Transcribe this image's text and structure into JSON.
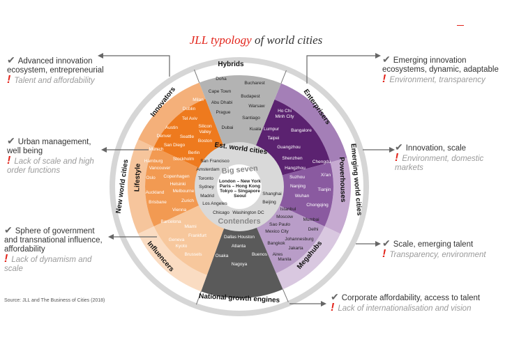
{
  "title": {
    "highlight": "JLL typology",
    "rest": "of world cities"
  },
  "source": "Source: JLL and The Business of Cities (2018)",
  "rings": {
    "outer_left": "New world cities",
    "outer_right": "Emerging world cities",
    "top": "Hybrids",
    "bottom": "National growth engines",
    "est": "Est. world cities",
    "big_seven": "Big seven",
    "contenders": "Contenders"
  },
  "segments": {
    "innovators": "Innovators",
    "lifestyle": "Lifestyle",
    "influencers": "Influencers",
    "enterprisers": "Enterprisers",
    "powerhouses": "Powerhouses",
    "megahubs": "Megahubs"
  },
  "big_seven_cities": [
    "London – New York",
    "Paris – Hong Kong",
    "Tokyo – Singapore",
    "Seoul"
  ],
  "cities": {
    "hybrids": [
      "Doha",
      "Bucharest",
      "Cape Town",
      "Budapest",
      "Abu Dhabi",
      "Warsaw",
      "Prague",
      "Santiago",
      "Dubai",
      "Kuala"
    ],
    "enterprisers": [
      "Ho Chi",
      "Minh City",
      "Bangalore",
      "Taipei",
      "Guangzhou",
      "Lumpur"
    ],
    "innovators": [
      "Milan",
      "Dublin",
      "Tel Aviv",
      "Austin",
      "Silicon",
      "Valley",
      "Denver",
      "Seattle",
      "Boston",
      "San Diego",
      "Munich",
      "Berlin",
      "Stockholm"
    ],
    "lifestyle": [
      "Hamburg",
      "Vancouver",
      "Oslo",
      "Copenhagen",
      "Helsinki",
      "Auckland",
      "Melbourne",
      "Brisbane",
      "Zurich",
      "Vienna"
    ],
    "influencers": [
      "Barcelona",
      "Miami",
      "Frankfurt",
      "Geneva",
      "Kyoto",
      "Brussels"
    ],
    "contenders": [
      "San Francisco",
      "Amsterdam",
      "Toronto",
      "Sydney",
      "Madrid",
      "Los Angeles",
      "Chicago",
      "Washington DC",
      "Shanghai",
      "Beijing"
    ],
    "powerhouses": [
      "Shenzhen",
      "Chengdu",
      "Hangzhou",
      "Suzhou",
      "Xi'an",
      "Nanjing",
      "Tianjin",
      "Wuhan",
      "Chongqing"
    ],
    "megahubs": [
      "Istanbul",
      "Moscow",
      "Mumbai",
      "Sao Paulo",
      "Delhi",
      "Mexico City",
      "Johannesburg",
      "Bangkok",
      "Jakarta",
      "Aires",
      "Manila"
    ],
    "national": [
      "Dallas Houston",
      "Atlanta",
      "Osaka",
      "Buenos",
      "Nagoya"
    ]
  },
  "notes": {
    "innovators": {
      "pro": "Advanced innovation ecosystem, entrepreneurial",
      "con": "Talent and affordability"
    },
    "lifestyle": {
      "pro": "Urban management, well being",
      "con": "Lack of scale and high order functions"
    },
    "influencers": {
      "pro": "Sphere of government and transnational influence, affordability",
      "con": "Lack of dynamism and scale"
    },
    "enterprisers": {
      "pro": "Emerging innovation ecosystems, dynamic, adaptable",
      "con": "Environment, transparency"
    },
    "powerhouses": {
      "pro": "Innovation, scale",
      "con": "Environment, domestic markets"
    },
    "megahubs": {
      "pro": "Scale, emerging talent",
      "con": "Transparency, environment"
    },
    "national": {
      "pro": "Corporate affordability, access to talent",
      "con": "Lack of internationalisation and vision"
    }
  },
  "colors": {
    "accent": "#e2231a",
    "innovators": "#ee7a1e",
    "lifestyle": "#f29a52",
    "influencers": "#f7c79c",
    "enterprisers": "#5b2270",
    "powerhouses": "#8a5aa0",
    "megahubs": "#b99dc8",
    "hybrids": "#b3b3b3",
    "national": "#5a5a5a"
  }
}
